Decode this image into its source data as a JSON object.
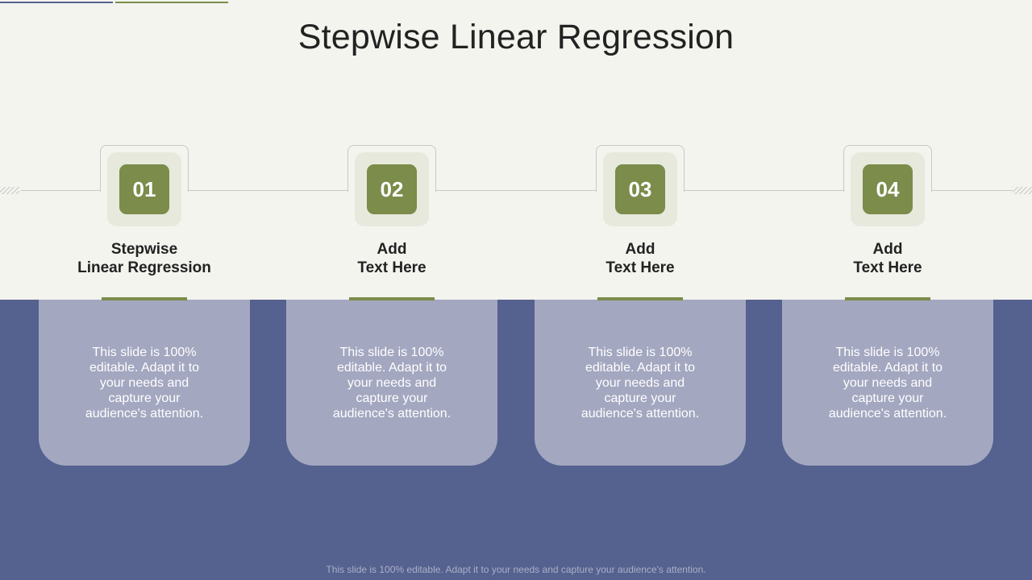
{
  "slide": {
    "title": "Stepwise Linear Regression",
    "footer_note": "This slide is 100% editable. Adapt it to your needs and capture your audience's attention."
  },
  "colors": {
    "background": "#f3f4ee",
    "band": "#55618e",
    "card": "#a3a7c0",
    "accent_green": "#7b8c4b",
    "badge_bg": "#e6e9dc"
  },
  "steps": [
    {
      "number": "01",
      "heading_line1": "Stepwise",
      "heading_line2": "Linear Regression",
      "body": "This slide is 100% editable. Adapt it to your needs and capture your audience's attention."
    },
    {
      "number": "02",
      "heading_line1": "Add",
      "heading_line2": "Text Here",
      "body": "This slide is 100% editable. Adapt it to your needs and capture your audience's attention."
    },
    {
      "number": "03",
      "heading_line1": "Add",
      "heading_line2": "Text Here",
      "body": "This slide is 100% editable. Adapt it to your needs and capture your audience's attention."
    },
    {
      "number": "04",
      "heading_line1": "Add",
      "heading_line2": "Text Here",
      "body": "This slide is 100% editable. Adapt it to your needs and capture your audience's attention."
    }
  ]
}
